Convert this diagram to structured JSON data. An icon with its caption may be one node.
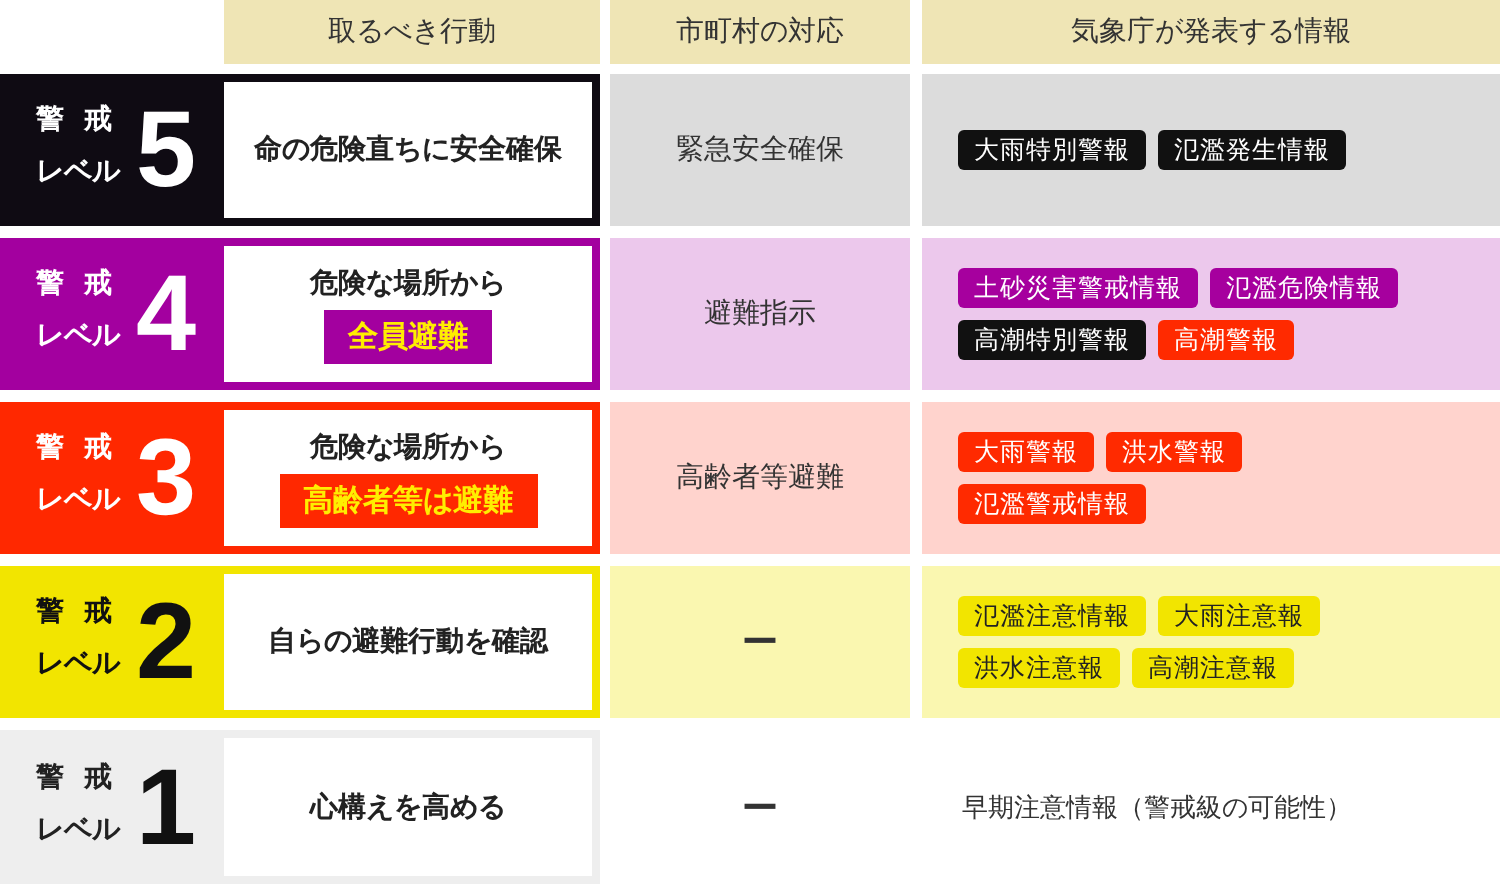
{
  "diagram": {
    "nodes": [
      {
        "text": [
          "取るべき行動"
        ]
      },
      {
        "text": [
          "市町村の対応"
        ]
      },
      {
        "text": [
          "気象庁が発表する情報"
        ]
      },
      {
        "text": [
          "警戒",
          "レベル",
          "5"
        ]
      },
      {
        "text": [
          "命の危険直ちに安全確保"
        ],
        "in": 3
      },
      {
        "text": [
          "緊急安全確保"
        ]
      },
      {
        "text": [],
        "shape": "box"
      },
      {
        "text": [
          "大雨特別警報"
        ],
        "in": 6
      },
      {
        "text": [
          "氾濫発生情報"
        ],
        "in": 6
      },
      {
        "text": [
          "警戒",
          "レベル",
          "4"
        ]
      },
      {
        "text": [
          "危険な場所から"
        ],
        "in": 9
      },
      {
        "text": [
          "全員避難"
        ],
        "in": 10
      },
      {
        "text": [
          "避難指示"
        ]
      },
      {
        "text": [],
        "shape": "box"
      },
      {
        "text": [
          "土砂災害警戒情報"
        ],
        "in": 13
      },
      {
        "text": [
          "氾濫危険情報"
        ],
        "in": 13
      },
      {
        "text": [
          "高潮特別警報"
        ],
        "in": 13
      },
      {
        "text": [
          "高潮警報"
        ],
        "in": 13
      },
      {
        "text": [
          "警戒",
          "レベル",
          "3"
        ]
      },
      {
        "text": [
          "危険な場所から"
        ],
        "in": 18
      },
      {
        "text": [
          "高齢者等は避難"
        ],
        "in": 19
      },
      {
        "text": [
          "高齢者等避難"
        ]
      },
      {
        "text": [],
        "shape": "box"
      },
      {
        "text": [
          "大雨警報"
        ],
        "in": 22
      },
      {
        "text": [
          "洪水警報"
        ],
        "in": 22
      },
      {
        "text": [
          "氾濫警戒情報"
        ],
        "in": 22
      },
      {
        "text": [
          "警戒",
          "レベル",
          "2"
        ]
      },
      {
        "text": [
          "自らの避難行動を確認"
        ],
        "in": 26
      },
      {
        "text": [
          "ー"
        ]
      },
      {
        "text": [],
        "shape": "box"
      },
      {
        "text": [
          "氾濫注意情報"
        ],
        "in": 29
      },
      {
        "text": [
          "大雨注意報"
        ],
        "in": 29
      },
      {
        "text": [
          "洪水注意報"
        ],
        "in": 29
      },
      {
        "text": [
          "高潮注意報"
        ],
        "in": 29
      },
      {
        "text": [
          "警戒",
          "レベル",
          "1"
        ]
      },
      {
        "text": [
          "心構えを高める"
        ],
        "in": 34
      }
    ],
    "labels": [
      "ー",
      "早期注意情報（警戒級の可能性）"
    ]
  }
}
